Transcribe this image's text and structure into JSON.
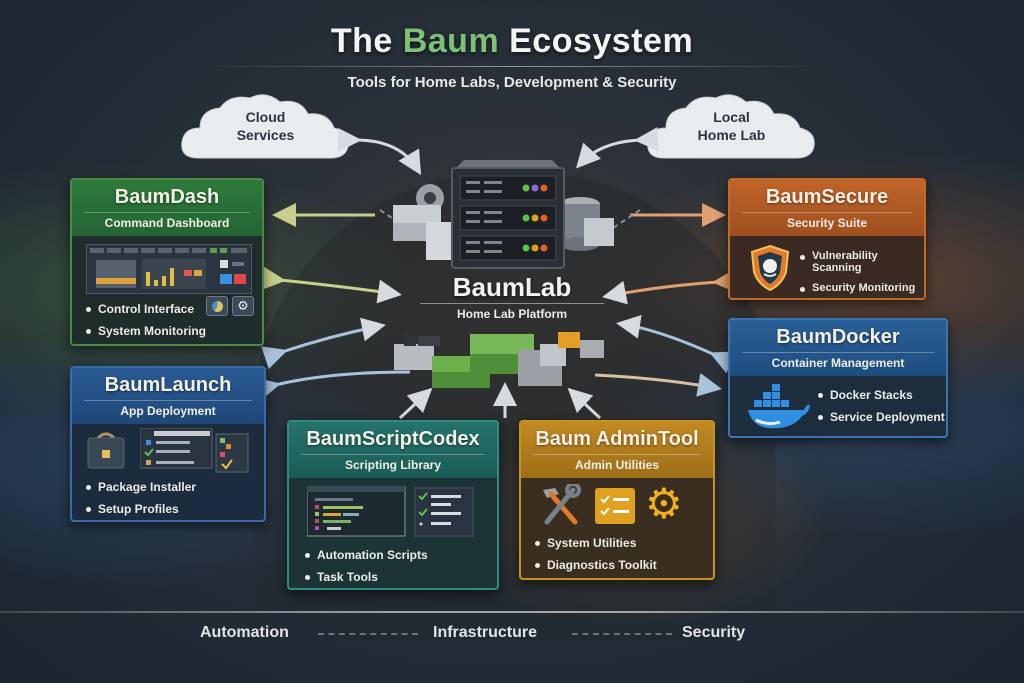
{
  "header": {
    "title_prefix": "The ",
    "title_accent": "Baum",
    "title_suffix": " Ecosystem",
    "subtitle": "Tools for Home Labs, Development & Security"
  },
  "clouds": [
    {
      "line1": "Cloud",
      "line2": "Services"
    },
    {
      "line1": "Local",
      "line2": "Home Lab"
    }
  ],
  "center": {
    "name": "BaumLab",
    "subtitle": "Home Lab Platform",
    "server_status_lights": [
      [
        "#5cc04a",
        "#8a6ae0",
        "#e0602a"
      ],
      [
        "#5cc04a",
        "#e0a020",
        "#e0602a"
      ],
      [
        "#5cc04a",
        "#e0a020",
        "#e0602a"
      ]
    ]
  },
  "tools": {
    "dash": {
      "name": "BaumDash",
      "subtitle": "Command Dashboard",
      "features": [
        "Control Interface",
        "System Monitoring"
      ],
      "color": "#2e7a3c"
    },
    "secure": {
      "name": "BaumSecure",
      "subtitle": "Security Suite",
      "features": [
        "Vulnerability Scanning",
        "Security Monitoring"
      ],
      "color": "#c0652a"
    },
    "docker": {
      "name": "BaumDocker",
      "subtitle": "Container Management",
      "features": [
        "Docker Stacks",
        "Service Deployment"
      ],
      "color": "#2a6098"
    },
    "launch": {
      "name": "BaumLaunch",
      "subtitle": "App Deployment",
      "features": [
        "Package Installer",
        "Setup Profiles"
      ],
      "color": "#2a5a94"
    },
    "script": {
      "name": "BaumScriptCodex",
      "subtitle": "Scripting Library",
      "features": [
        "Automation Scripts",
        "Task Tools"
      ],
      "color": "#25736b"
    },
    "admin": {
      "name": "Baum AdminTool",
      "subtitle": "Admin Utilities",
      "features": [
        "System Utilities",
        "Diagnostics Toolkit"
      ],
      "color": "#c08a22"
    }
  },
  "footer": {
    "pillars": [
      "Automation",
      "Infrastructure",
      "Security"
    ]
  }
}
